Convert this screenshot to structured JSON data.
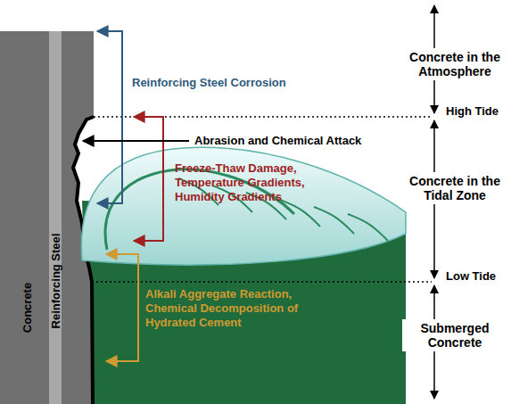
{
  "diagram": {
    "nodes": [
      {
        "text": [
          "Concrete"
        ]
      },
      {
        "text": [
          "Reinforcing Steel"
        ],
        "in": 0
      }
    ],
    "labels": [
      "Reinforcing Steel Corrosion",
      "Abrasion and Chemical Attack",
      "Freeze-Thaw Damage, Temperature Gradients, Humidity Gradients",
      "Alkali Aggregate Reaction, Chemical Decomposition of Hydrated Cement",
      "Concrete in the Atmosphere",
      "High Tide",
      "Concrete in the Tidal Zone",
      "Low Tide",
      "Submerged Concrete"
    ]
  }
}
